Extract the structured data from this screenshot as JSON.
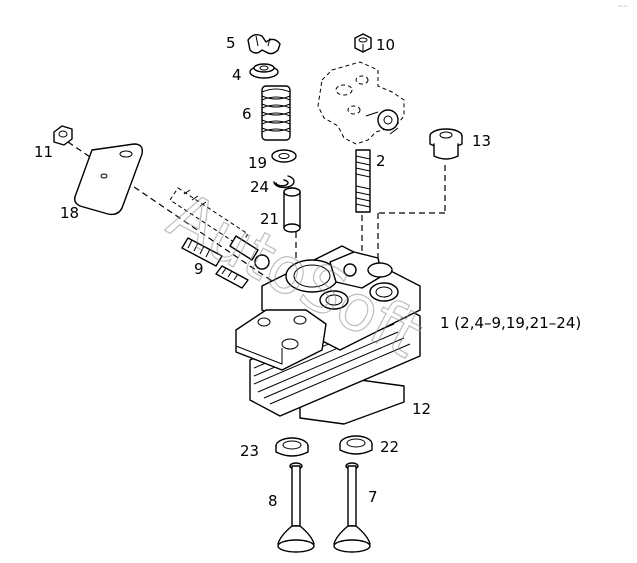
{
  "corner_mark": "~~",
  "watermark": "AutoSoft",
  "callouts": {
    "c1": "1 (2,4–9,19,21–24)",
    "c2": "2",
    "c4": "4",
    "c5": "5",
    "c6": "6",
    "c7": "7",
    "c8": "8",
    "c9": "9",
    "c10": "10",
    "c11": "11",
    "c12": "12",
    "c13": "13",
    "c18": "18",
    "c19": "19",
    "c21": "21",
    "c22": "22",
    "c23": "23",
    "c24": "24"
  }
}
